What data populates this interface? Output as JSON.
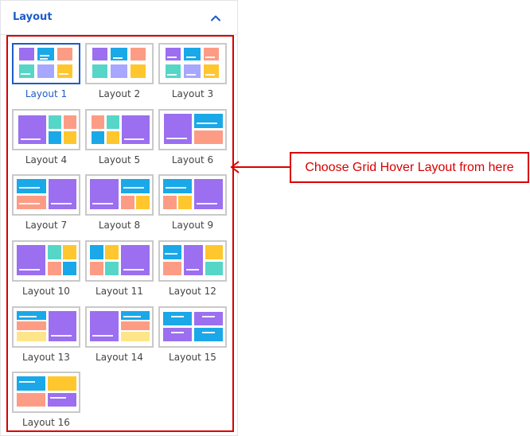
{
  "panel": {
    "title": "Layout",
    "collapse_icon": "chevron-up-icon"
  },
  "layouts": [
    {
      "label": "Layout 1",
      "selected": true
    },
    {
      "label": "Layout 2",
      "selected": false
    },
    {
      "label": "Layout 3",
      "selected": false
    },
    {
      "label": "Layout 4",
      "selected": false
    },
    {
      "label": "Layout 5",
      "selected": false
    },
    {
      "label": "Layout 6",
      "selected": false
    },
    {
      "label": "Layout 7",
      "selected": false
    },
    {
      "label": "Layout 8",
      "selected": false
    },
    {
      "label": "Layout 9",
      "selected": false
    },
    {
      "label": "Layout 10",
      "selected": false
    },
    {
      "label": "Layout 11",
      "selected": false
    },
    {
      "label": "Layout 12",
      "selected": false
    },
    {
      "label": "Layout 13",
      "selected": false
    },
    {
      "label": "Layout 14",
      "selected": false
    },
    {
      "label": "Layout 15",
      "selected": false
    },
    {
      "label": "Layout 16",
      "selected": false
    }
  ],
  "annotation": {
    "text": "Choose Grid Hover Layout from here",
    "icon": "arrow-left-icon"
  },
  "colors": {
    "accent": "#1e5cc8",
    "annotation": "#d90000",
    "tile_purple": "#9b6ff0",
    "tile_cyan": "#1aa8e8",
    "tile_orange": "#fd9c84",
    "tile_teal": "#55d6c7",
    "tile_yellow": "#ffc62e",
    "tile_lavender": "#a7a7ff"
  }
}
